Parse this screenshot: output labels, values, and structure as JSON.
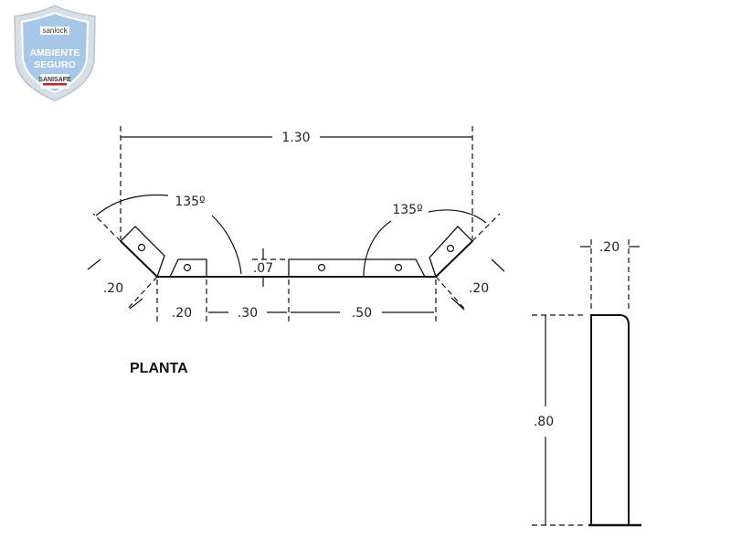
{
  "logo": {
    "brand": "sanlock",
    "line1": "AMBIENTE",
    "line2": "SEGURO",
    "sub": "SANISAFE",
    "colors": {
      "shield_outer": "#c9d3de",
      "shield_inner": "#9fc3e8",
      "text": "#ffffff",
      "brand_text": "#333333",
      "red": "#c8232c"
    }
  },
  "plan": {
    "title": "PLANTA",
    "dims": {
      "overall": "1.30",
      "angle_left": "135º",
      "angle_right": "135º",
      "flange_left": ".20",
      "flange_right": ".20",
      "seg1": ".20",
      "seg2": ".30",
      "seg3": ".50",
      "thickness": ".07"
    }
  },
  "side": {
    "width": ".20",
    "height": ".80"
  }
}
